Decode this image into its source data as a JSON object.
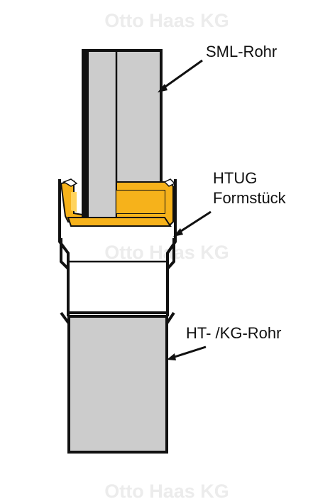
{
  "watermark": "Otto Haas KG",
  "labels": {
    "sml": "SML-Rohr",
    "htug_line1": "HTUG",
    "htug_line2": "Formstück",
    "htkg": "HT- /KG-Rohr"
  },
  "colors": {
    "pipe_fill": "#cccccc",
    "outline": "#111111",
    "seal_orange": "#f6b21b",
    "seal_highlight": "#ffd35c",
    "watermark": "#ececec",
    "background": "#ffffff"
  }
}
